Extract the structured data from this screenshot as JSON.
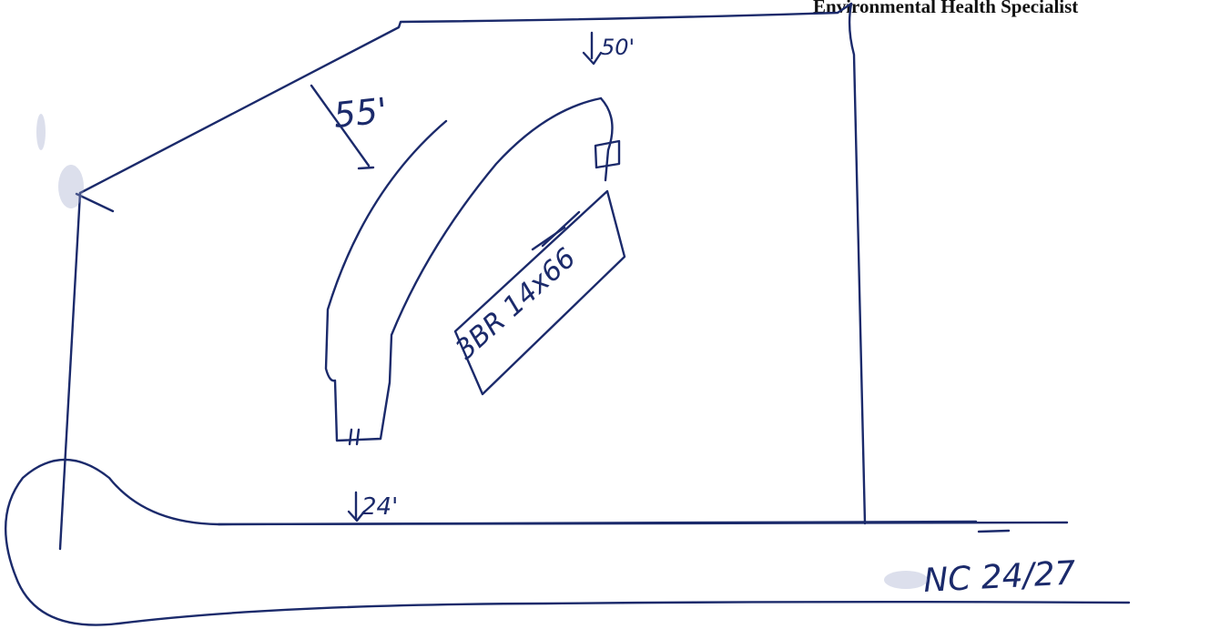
{
  "header": {
    "title": "Environmental Health Specialist"
  },
  "labels": {
    "setback_house_front": "50'",
    "setback_left_line": "55'",
    "setback_road": "24'",
    "house": "3BR 14x66",
    "road": "NC 24/27"
  },
  "colors": {
    "ink": "#1b2a6b",
    "header": "#111111",
    "paper": "#ffffff"
  }
}
